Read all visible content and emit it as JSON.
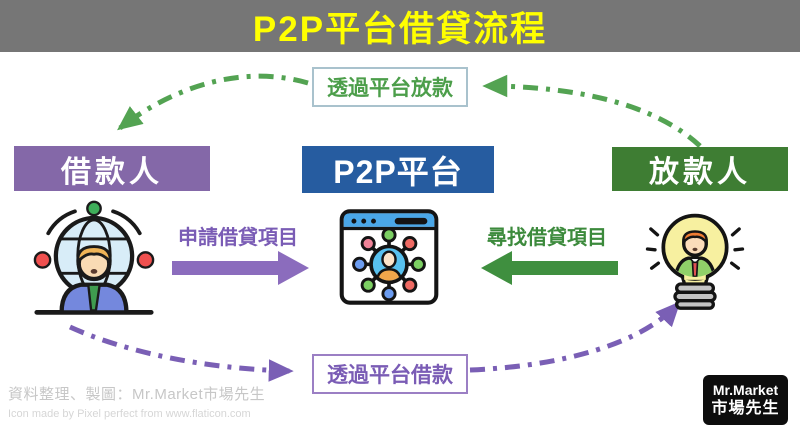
{
  "header": {
    "title": "P2P平台借貸流程"
  },
  "nodes": {
    "borrower": {
      "label": "借款人"
    },
    "platform": {
      "label": "P2P平台"
    },
    "lender": {
      "label": "放款人"
    }
  },
  "flows": {
    "lend_via_platform": "透過平台放款",
    "borrow_via_platform": "透過平台借款",
    "apply_loan": "申請借貸項目",
    "find_loan": "尋找借貸項目"
  },
  "icons": {
    "borrower": "person-with-globe-network",
    "platform": "browser-window-with-user-network",
    "lender": "person-in-lightbulb-over-coins"
  },
  "footer": {
    "credit_line1": "資料整理、製圖：Mr.Market市場先生",
    "credit_line2": "Icon made by Pixel perfect from www.flaticon.com",
    "logo": {
      "line1": "Mr.Market",
      "line2": "市場先生"
    }
  },
  "colors": {
    "header_bg": "#767676",
    "title_text": "#ffff00",
    "borrower_bg": "#8468a8",
    "platform_bg": "#265ca0",
    "lender_bg": "#3e7d33",
    "green_accent": "#53a352",
    "purple_accent": "#7a5fb5",
    "green_arrow": "#3f8f3f",
    "purple_arrow": "#8b6cbd",
    "top_label_border": "#a9c2cd",
    "bottom_label_border": "#9b7fc4",
    "credit_text": "#c7c7c7",
    "logo_bg": "#0d0d0d"
  }
}
